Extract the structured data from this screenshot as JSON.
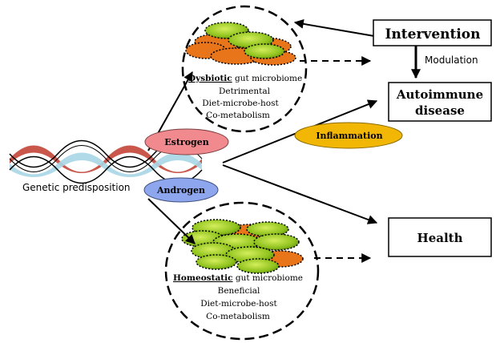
{
  "boxes": {
    "intervention": "Intervention",
    "autoimmune_line1": "Autoimmune",
    "autoimmune_line2": "disease",
    "health": "Health"
  },
  "labels": {
    "modulation": "Modulation",
    "genetic": "Genetic predisposition"
  },
  "hormones": {
    "estrogen": "Estrogen",
    "androgen": "Androgen",
    "inflammation": "Inflammation"
  },
  "dysbiotic": {
    "keyword": "Dysbiotic",
    "rest": " gut microbiome",
    "line2": "Detrimental",
    "line3": "Diet-microbe-host",
    "line4": "Co-metabolism"
  },
  "homeostatic": {
    "keyword": "Homeostatic",
    "rest": " gut microbiome",
    "line2": "Beneficial",
    "line3": "Diet-microbe-host",
    "line4": "Co-metabolism"
  },
  "colors": {
    "estrogen_fill": "#f08a8e",
    "androgen_fill": "#8ea6ee",
    "inflammation_fill": "#f2b705",
    "microbe_green": "#8fc21d",
    "microbe_orange": "#e8751a",
    "dna_red": "#c0392b",
    "dna_blue": "#a9d6e5"
  }
}
